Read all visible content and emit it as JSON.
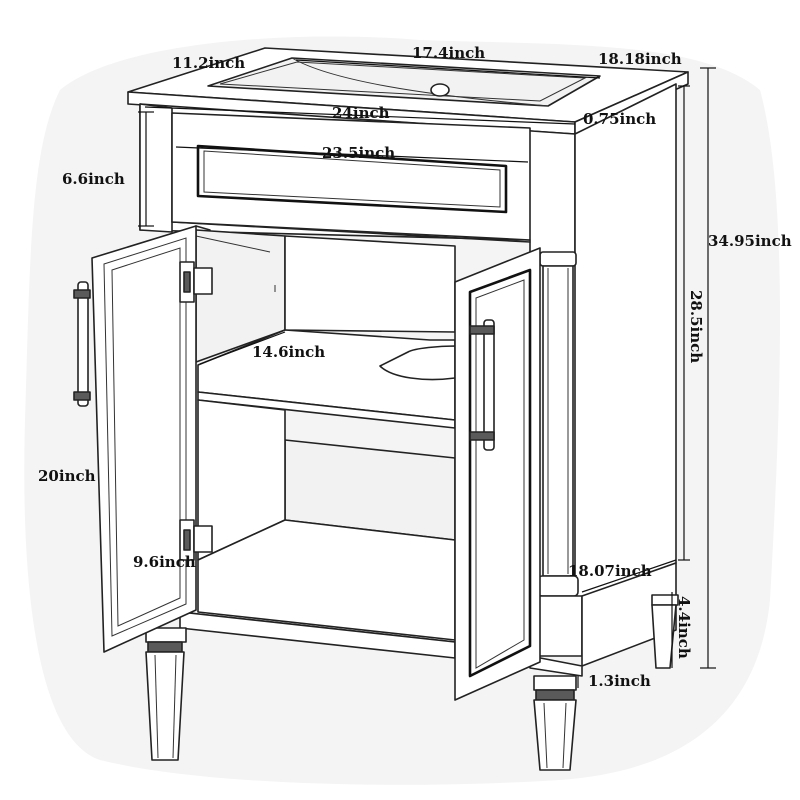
{
  "diagram": {
    "subject": "bathroom vanity cabinet with sink, two open doors",
    "line_color": "#222222",
    "dimensions": {
      "sink_depth": "11.2inch",
      "sink_width": "17.4inch",
      "top_depth": "18.18inch",
      "top_width": "24inch",
      "top_thickness": "0.75inch",
      "drawer_height": "6.6inch",
      "drawer_width": "23.5inch",
      "total_height": "34.95inch",
      "cabinet_height": "28.5inch",
      "shelf_depth": "14.6inch",
      "door_height": "20inch",
      "door_width": "9.6inch",
      "side_depth": "18.07inch",
      "leg_height": "4.4inch",
      "leg_width": "1.3inch"
    }
  }
}
